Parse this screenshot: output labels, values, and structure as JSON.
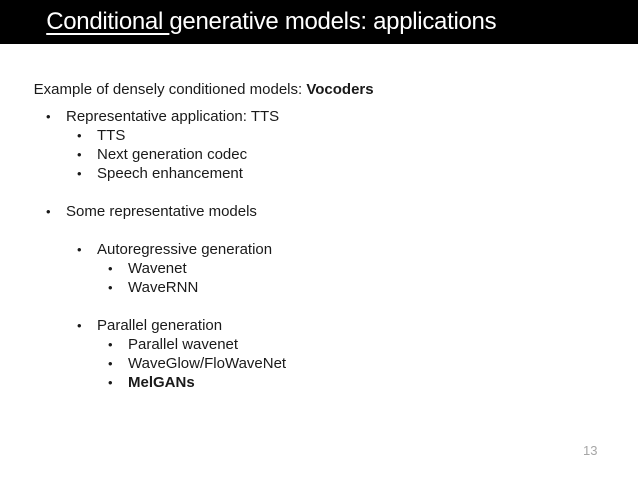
{
  "header": {
    "title_underlined": "Conditional ",
    "title_rest": "generative models: applications"
  },
  "subtitle": {
    "prefix": "Example of densely conditioned models: ",
    "emphasis": "Vocoders"
  },
  "bullet_glyph": "•",
  "bullets": [
    {
      "level": 1,
      "text": "Representative application: TTS"
    },
    {
      "level": 2,
      "text": "TTS"
    },
    {
      "level": 2,
      "text": "Next generation codec"
    },
    {
      "level": 2,
      "text": "Speech enhancement"
    },
    {
      "level": 1,
      "text": "Some representative models",
      "gap_before": true
    },
    {
      "level": 2,
      "text": "Autoregressive generation",
      "gap_before": true
    },
    {
      "level": 3,
      "text": "Wavenet"
    },
    {
      "level": 3,
      "text": "WaveRNN"
    },
    {
      "level": 2,
      "text": "Parallel generation",
      "gap_before": true
    },
    {
      "level": 3,
      "text": "Parallel wavenet"
    },
    {
      "level": 3,
      "text": "WaveGlow/FloWaveNet"
    },
    {
      "level": 3,
      "text": "MelGANs",
      "bold": true
    }
  ],
  "footer": {
    "page_number": "13"
  },
  "colors": {
    "header_bg": "#000000",
    "header_text": "#ffffff",
    "body_text": "#1a1a1a",
    "page_number": "#a6a6a6"
  }
}
